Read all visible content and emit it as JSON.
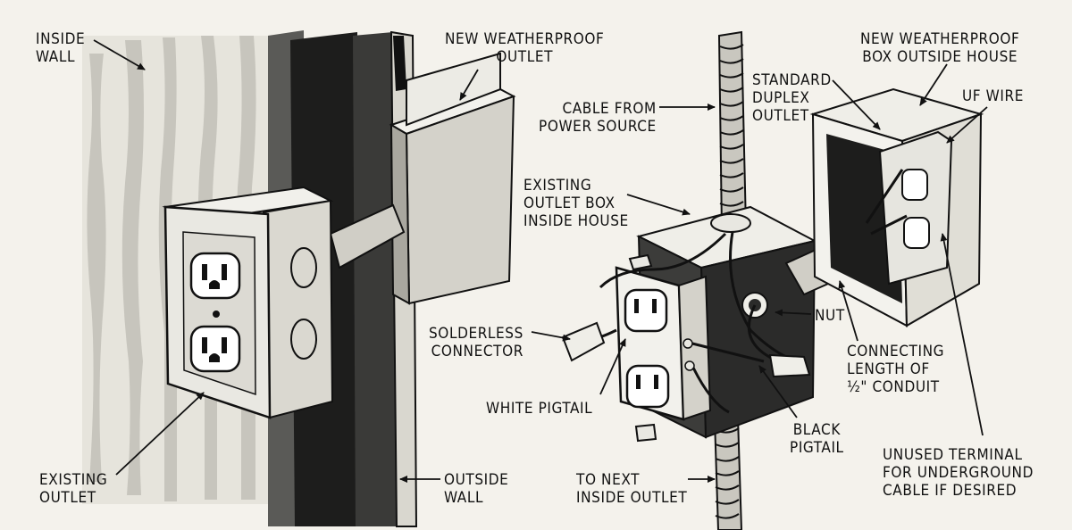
{
  "labels": {
    "inside_wall": [
      "INSIDE",
      "WALL"
    ],
    "new_weatherproof_outlet": [
      "NEW WEATHERPROOF",
      "OUTLET"
    ],
    "existing_outlet": [
      "EXISTING",
      "OUTLET"
    ],
    "outside_wall": [
      "OUTSIDE",
      "WALL"
    ],
    "cable_from_power_source": [
      "CABLE FROM",
      "POWER SOURCE"
    ],
    "standard_duplex_outlet": [
      "STANDARD",
      "DUPLEX",
      "OUTLET"
    ],
    "new_weatherproof_box": [
      "NEW WEATHERPROOF",
      "BOX OUTSIDE HOUSE"
    ],
    "uf_wire": [
      "UF WIRE"
    ],
    "existing_outlet_box": [
      "EXISTING",
      "OUTLET BOX",
      "INSIDE HOUSE"
    ],
    "nut": [
      "NUT"
    ],
    "solderless_connector": [
      "SOLDERLESS",
      "CONNECTOR"
    ],
    "connecting_conduit": [
      "CONNECTING",
      "LENGTH OF",
      "½\" CONDUIT"
    ],
    "white_pigtail": [
      "WHITE PIGTAIL"
    ],
    "black_pigtail": [
      "BLACK",
      "PIGTAIL"
    ],
    "to_next_inside_outlet": [
      "TO NEXT",
      "INSIDE OUTLET"
    ],
    "unused_terminal": [
      "UNUSED TERMINAL",
      "FOR UNDERGROUND",
      "CABLE IF DESIRED"
    ]
  }
}
